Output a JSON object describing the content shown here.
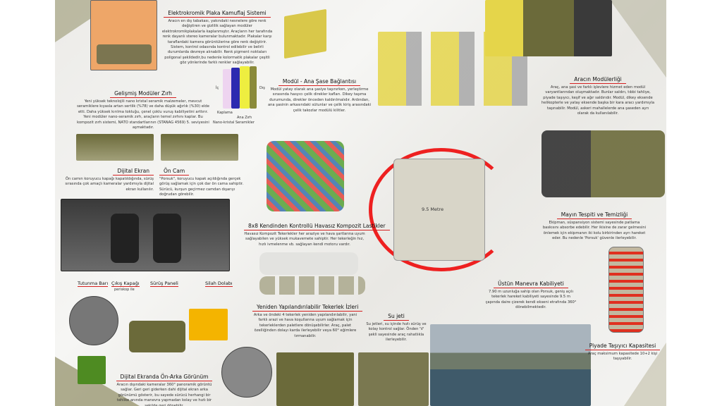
{
  "sections": {
    "camo": {
      "title": "Elektrokromik Plaka Kamuflaj Sistemi",
      "text": "Aracın en dış tabakası, yakındaki nesnelere göre renk değiştiren ve gizlilik sağlayan modüler elektrokromikplakalarla kaplanmıştır. Araçların her tarafında renk dayanlı stereo kameralar bulunmaktadır. Plakalar karşı taraflardaki kamera görüntülerine göre renk değiştirir. Sistem, kontrol odasında kontrol edilebilir ve belirli durumlarda devreye alınabilir. Renk pigment noktaları poligonal şekildedir,bu nedenle kolormatik plakalar çeşitli göz yönlerinde farklı renkler sağlayabilir."
    },
    "armor": {
      "title": "Gelişmiş Modüler Zırh",
      "text": "Yeni yüksek teknolojili nano kristal seramik malzemeler, mevcut seramiklere kıyasla artan sertlik (%78) ve daha düşük ağırlık (%30) elde etti. Daha yüksek kırılma tokluğu, çenel çoklu vuruş kabiliyetini arttırır. Yeni modüler nano-seramik zırh, araçların temel zırhını kaplar. Bu kompozit zırh sistemi, NATO standartlarının (STANAG 4569) 5. seviyesini aşmaktadır.",
      "layers": {
        "inner": "İç",
        "outer": "Dış",
        "coating": "Kaplama",
        "main_armor": "Ana Zırh",
        "nano": "Nano-kristal Seramikler"
      }
    },
    "module": {
      "title": "Modül - Ana Şase Bağlantısı",
      "text": "Modül yatay olarak ana şasiye taşınırken, yerleştirme sırasında hasyıcı çelik direkler kafları. Dikey taşıma durumunda, direkler önceden kaldırılmalıdır. Ardından, ana şasinin arkasındaki sütunlar ve çelik kiriş arasındaki çelik takozlar modülü kilitler."
    },
    "modularity": {
      "title": "Aracın Modülerliği",
      "text": "Araç, ana şasi ve farklı işlevlere hizmet eden modül varyantlarından oluşmaktadır. Bunlar saldırı, tıbbi tahliye, piyade taşıyıcı, keşif ve ağır saldırıdır. Modül, dikey eksende helikopterle ve yatay eksende başka bir kara aracı yardımıyla taşınabilir. Modül, askeri mahallelerde ana şaseden ayrı olarak da kullanılabilir."
    },
    "digital_screen": {
      "title": "Dijital Ekran",
      "text": "Ön camın koruyucu kapağı kapatıldığında, sürüş sırasında çok amaçlı kameralar yardımıyla dijital ekran kullanılır."
    },
    "windshield": {
      "title": "Ön Cam",
      "text": "\"Porsuk\", koruyucu kapak açıldığında gerçek görüş sağlamak için çok dar ön cama sahiptir. Sürücü, kurşun geçirmez camdan dışarıyı doğrudan görebilir."
    },
    "tires": {
      "title": "8x8 Kendinden Kontrollü Havasız Kompozit Lastikler",
      "text": "Havasız Kompozit Tekerlekler her araziye ve hava şartlarına uyum sağlayabilen ve yüksek mukavemete sahiptir. Her tekerleğin hız, hızlı ivmelenme vb. sağlayan kendi motoru vardır."
    },
    "mine": {
      "title": "Mayın Tespiti ve Temizliği",
      "text": "Ekipman, süspansiyon sistemi sayesinde patlama baskısını absorbe edebilir. Her ikisine de zarar gelmesini önlemek için ekipmanın iki kolu birbirinden ayrı hareket eder. Bu nedenle 'Porsuk' güvenle ilerleyebilir."
    },
    "maneuver": {
      "title": "Üstün Manevra Kabiliyeti",
      "text": "7.90 m uzunluğa sahip olan Porsuk, geniş açılı tekerlek hareket kabiliyeti sayesinde 9.5 m çapında daire çizerek kendi ekseni etrafında 360° dönebilmektedir.",
      "diameter_label": "9.5 Metre"
    },
    "wheels": {
      "title": "Yeniden Yapılandırılabilir Tekerlek İzleri",
      "text": "Arka ve öndeki 4 tekerlek yeniden yapılandırılabilir, yani farklı arazi ve hava koşullarına uyum sağlamak için tekerleklerden paletlere dönüşebilirler. Araç, palet özelliğinden dolayı karda ilerleyebilir veya 60° eğimlere tırmanabilir."
    },
    "water_jet": {
      "title": "Su jeti",
      "text": "Su jetleri, su içinde hızlı sürüş ve kolay kontrol sağlar. Önden 'V' şekli sayesinde araç rahatlıkla ilerleyebilir."
    },
    "infantry": {
      "title": "Piyade Taşıyıcı Kapasitesi",
      "text": "Araç maksimum kapasitede 10+2 kişi taşıyabilir."
    },
    "rear_view": {
      "title": "Dijital Ekranda Ön-Arka Görünüm",
      "text": "Aracın dışındaki kameralar 360° panoramik görüntü sağlar. Geri geri giderken dahi dijital ekran arka görünümü gösterir, bu sayede sürücü herhangi bir tehlike anında manevra yapmadan kolay ve hızlı bir şekilde geri dönebilir."
    }
  },
  "interior_labels": {
    "grab_bar": "Tutunma Barı",
    "exit_hatch": "Çıkış Kapağı",
    "periscope": "periskop ile",
    "driving_panel": "Sürüş Paneli",
    "weapon_cabinet": "Silah Dolabı"
  },
  "colors": {
    "accent": "#d42020",
    "armor_yellow": "#e8d63a",
    "olive": "#6b6a3a"
  }
}
